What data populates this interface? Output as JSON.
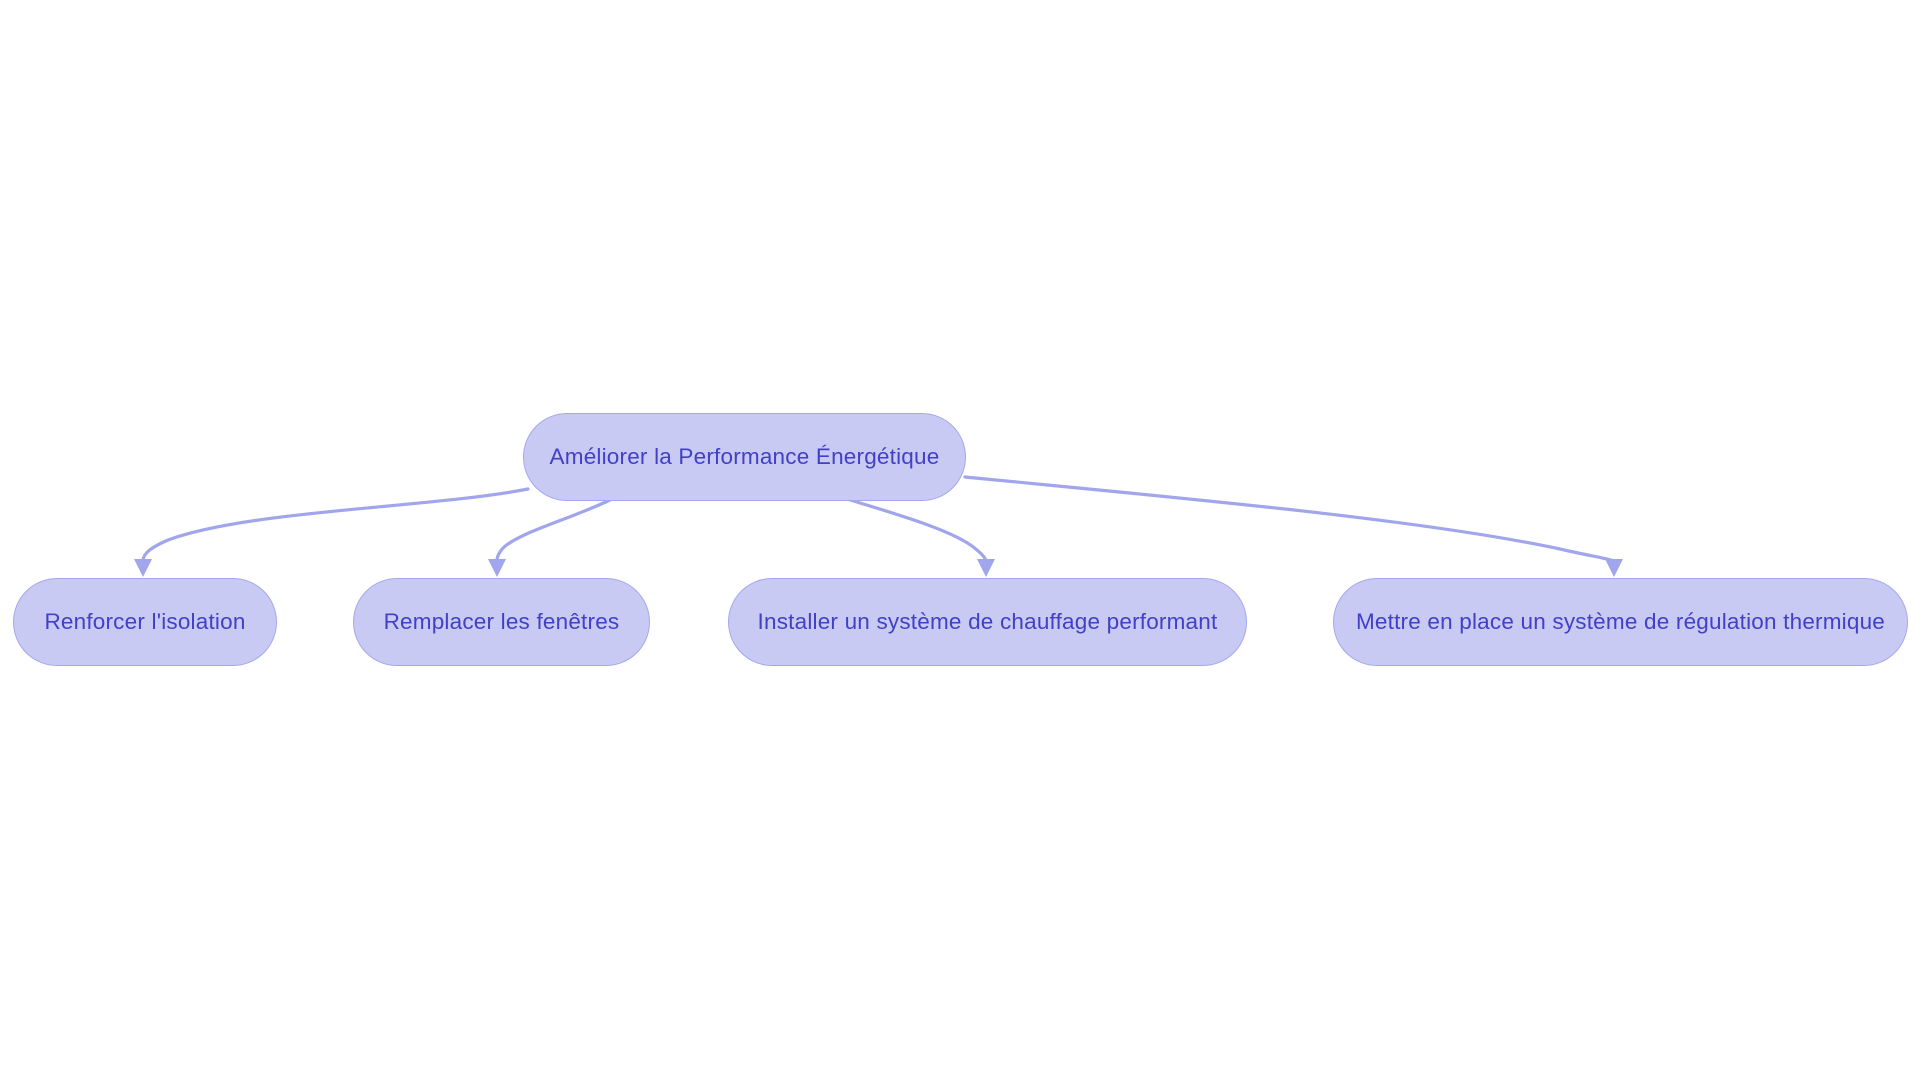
{
  "diagram": {
    "type": "flowchart",
    "background_color": "#ffffff",
    "node_fill_color": "#c8caf4",
    "node_border_color": "#a3a8ee",
    "edge_color": "#a0a5ec",
    "text_color": "#4140c7",
    "root": {
      "label": "Améliorer la Performance Énergétique"
    },
    "children": [
      {
        "label": "Renforcer l'isolation"
      },
      {
        "label": "Remplacer les fenêtres"
      },
      {
        "label": "Installer un système de chauffage performant"
      },
      {
        "label": "Mettre en place un système de régulation thermique"
      }
    ],
    "edges": [
      {
        "from": "Améliorer la Performance Énergétique",
        "to": "Renforcer l'isolation"
      },
      {
        "from": "Améliorer la Performance Énergétique",
        "to": "Remplacer les fenêtres"
      },
      {
        "from": "Améliorer la Performance Énergétique",
        "to": "Installer un système de chauffage performant"
      },
      {
        "from": "Améliorer la Performance Énergétique",
        "to": "Mettre en place un système de régulation thermique"
      }
    ]
  }
}
